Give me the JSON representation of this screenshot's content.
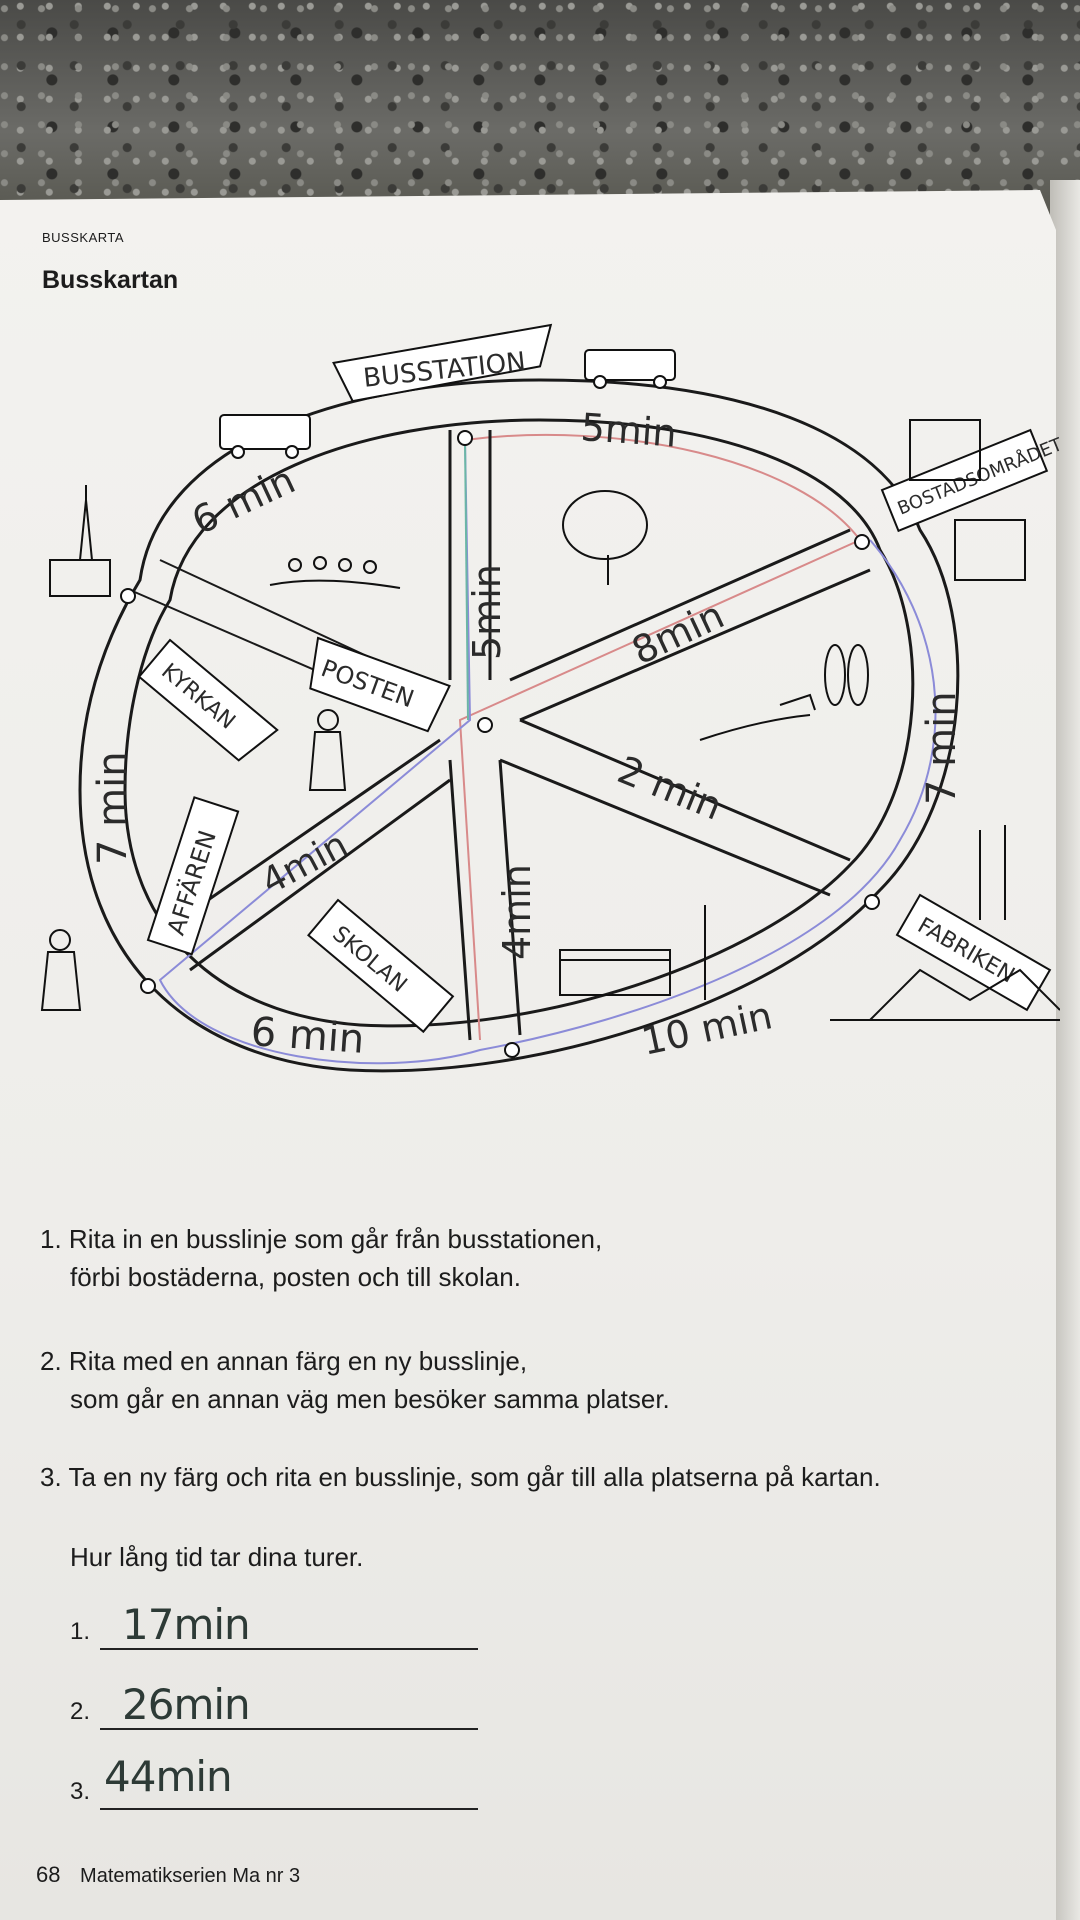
{
  "header": {
    "section_label": "BUSSKARTA",
    "title": "Busskartan"
  },
  "map": {
    "places": {
      "busstation": "BUSSTATION",
      "bostadsomradet": "BOSTADSOMRÅDET",
      "kyrkan": "KYRKAN",
      "posten": "POSTEN",
      "affaren": "AFFÄREN",
      "skolan": "SKOLAN",
      "fabriken": "FABRIKEN"
    },
    "travel_times": {
      "busstation_bostad": "5min",
      "kyrkan_busstation": "6 min",
      "busstation_posten": "5min",
      "bostad_posten": "8min",
      "kyrkan_affaren": "7 min",
      "bostad_fabriken": "7 min",
      "affaren_posten": "4min",
      "posten_fabriken": "2 min",
      "posten_skolan": "4min",
      "affaren_skolan": "6 min",
      "skolan_fabriken": "10 min"
    }
  },
  "questions": [
    {
      "number": "1.",
      "line1": "Rita in en busslinje som går från busstationen,",
      "line2": "förbi bostäderna, posten och  till skolan."
    },
    {
      "number": "2.",
      "line1": "Rita med en annan färg en ny busslinje,",
      "line2": "som går en annan väg men besöker samma platser."
    },
    {
      "number": "3.",
      "line1": "Ta en ny färg och rita en busslinje, som går till alla platserna på kartan.",
      "line2": ""
    }
  ],
  "prompt": "Hur lång tid tar dina turer.",
  "answers": [
    {
      "number": "1.",
      "value": "17min"
    },
    {
      "number": "2.",
      "value": "26min"
    },
    {
      "number": "3.",
      "value": "44min"
    }
  ],
  "footer": {
    "page_number": "68",
    "book_title": "Matematikserien Ma nr 3"
  }
}
